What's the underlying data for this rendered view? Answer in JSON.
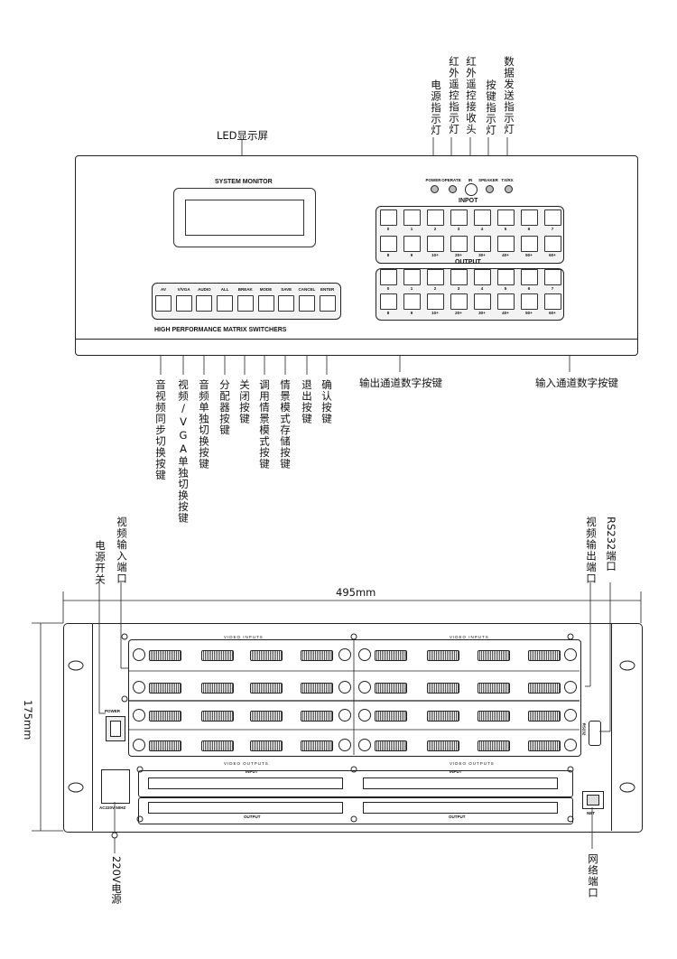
{
  "top_labels": {
    "led": "LED显示屏",
    "power_led": "电源指示灯",
    "ir_led": "红外遥控指示灯",
    "ir_receiver": "红外遥控接收头",
    "key_led": "按键指示灯",
    "data_led": "数据发送指示灯"
  },
  "front_panel": {
    "monitor_title": "SYSTEM MONITOR",
    "indicators": [
      "POWER",
      "OPERATE",
      "IR",
      "SPEAKER",
      "TX/RX"
    ],
    "input_title": "INPOT",
    "output_title": "OUTPUT",
    "digit_labels": [
      "0",
      "1",
      "2",
      "3",
      "4",
      "5",
      "6",
      "7",
      "8",
      "9",
      "10+",
      "20+",
      "30+",
      "40+",
      "50+",
      "60+"
    ],
    "function_buttons": [
      "AV",
      "V/VGA",
      "AUDIO",
      "ALL",
      "BREAK",
      "MODE",
      "SAVE",
      "CANCEL",
      "ENTER"
    ],
    "model_text": "HIGH PERFORMANCE MATRIX SWITCHERS"
  },
  "front_callouts": {
    "buttons": [
      "音视频同步切换按键",
      "视频/VGA单独切换按键",
      "音频单独切换按键",
      "分配器按键",
      "关闭按键",
      "调用情景模式按键",
      "情景模式存储按键",
      "退出按键",
      "确认按键"
    ],
    "output_keys": "输出通道数字按键",
    "input_keys": "输入通道数字按键"
  },
  "rear_labels": {
    "power_switch": "电源开关",
    "video_in": "视频输入端口",
    "video_out": "视频输出端口",
    "rs232": "RS232端口",
    "width": "495mm",
    "height": "175mm",
    "ac_power": "220V电源",
    "network": "网络端口"
  },
  "rear_panel": {
    "video_inputs": "VIDEO INPUTS",
    "video_outputs": "VIDEO OUTPUTS",
    "power": "POWER",
    "ac": "AC220V 50HZ",
    "input": "INPUT",
    "output": "OUTPUT",
    "net": "NET",
    "rs232": "RS232"
  }
}
